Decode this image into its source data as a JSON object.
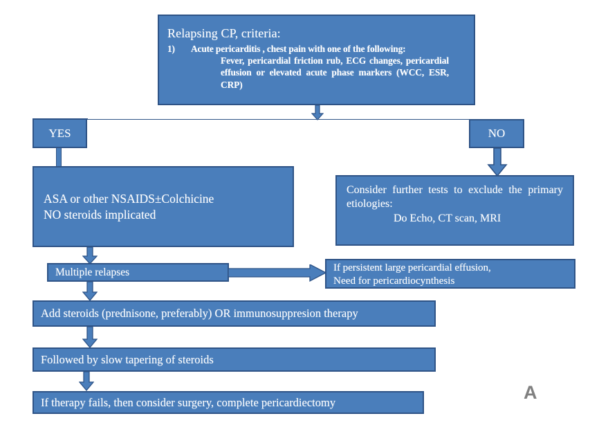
{
  "figure": {
    "panel_label": "A",
    "colors": {
      "box_fill": "#4a7ebb",
      "box_border": "#2e5386",
      "text": "#ffffff",
      "background": "#ffffff",
      "panel_label_color": "#808080"
    }
  },
  "nodes": {
    "criteria": {
      "title": "Relapsing CP, criteria:",
      "item_number": "1)",
      "item_text": "Acute pericarditis , chest pain with one of the following:",
      "item_detail": "Fever, pericardial friction rub, ECG changes, pericardial effusion or elevated acute phase markers (WCC, ESR, CRP)"
    },
    "yes": {
      "label": "YES"
    },
    "no": {
      "label": "NO"
    },
    "asa": {
      "line1": "ASA or other NSAIDS±Colchicine",
      "line2": "NO steroids implicated"
    },
    "tests": {
      "line1": "Consider further tests to exclude the primary etiologies:",
      "line2": "Do Echo, CT scan, MRI"
    },
    "relapses": {
      "label": "Multiple relapses"
    },
    "effusion": {
      "line1": "If persistent large pericardial effusion,",
      "line2": "Need for pericardiocynthesis"
    },
    "add_steroids": {
      "label": "Add steroids (prednisone, preferably) OR immunosuppresion therapy"
    },
    "taper": {
      "label": "Followed by slow tapering of steroids"
    },
    "surgery": {
      "label": "If therapy fails, then consider surgery, complete pericardiectomy"
    }
  },
  "edges": [
    {
      "from": "criteria",
      "to": "branch-split",
      "type": "arrow-down"
    },
    {
      "from": "branch-split",
      "to": "yes",
      "type": "line-horizontal"
    },
    {
      "from": "branch-split",
      "to": "no",
      "type": "line-horizontal"
    },
    {
      "from": "yes",
      "to": "asa",
      "type": "arrow-down"
    },
    {
      "from": "no",
      "to": "tests",
      "type": "arrow-down"
    },
    {
      "from": "asa",
      "to": "relapses",
      "type": "arrow-down"
    },
    {
      "from": "relapses",
      "to": "effusion",
      "type": "arrow-right"
    },
    {
      "from": "relapses",
      "to": "add_steroids",
      "type": "arrow-down"
    },
    {
      "from": "add_steroids",
      "to": "taper",
      "type": "arrow-down"
    },
    {
      "from": "taper",
      "to": "surgery",
      "type": "arrow-down"
    }
  ]
}
